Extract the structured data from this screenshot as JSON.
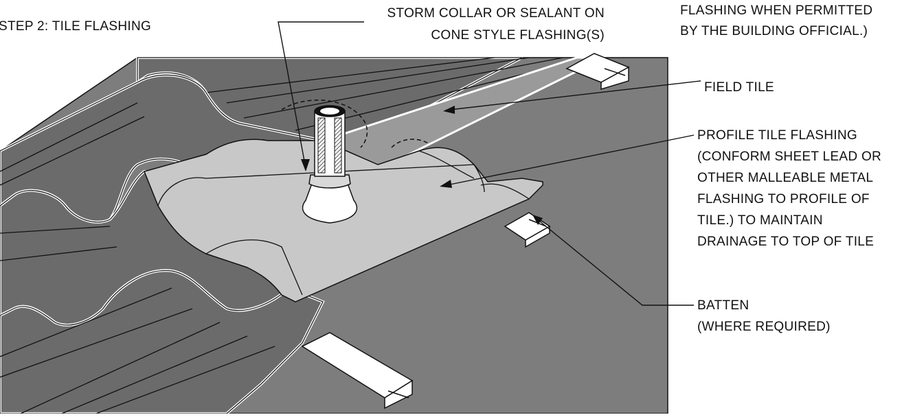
{
  "labels": {
    "step": "STEP 2: TILE FLASHING",
    "storm_collar": [
      "STORM COLLAR OR SEALANT ON",
      "CONE STYLE FLASHING(S)"
    ],
    "permitted": [
      "FLASHING WHEN PERMITTED",
      "BY THE BUILDING OFFICIAL.)"
    ],
    "field_tile": "FIELD TILE",
    "profile_flashing": [
      "PROFILE TILE FLASHING",
      "(CONFORM SHEET LEAD OR",
      "OTHER MALLEABLE METAL",
      "FLASHING TO PROFILE OF",
      "TILE.) TO MAINTAIN",
      "DRAINAGE TO TOP OF TILE"
    ],
    "batten": [
      "BATTEN",
      "(WHERE REQUIRED)"
    ]
  },
  "colors": {
    "roof_deck": "#7d7d7d",
    "tile": "#6b6b6b",
    "flashing": "#c8c8c8",
    "outline": "#111111",
    "paper": "#ffffff"
  }
}
